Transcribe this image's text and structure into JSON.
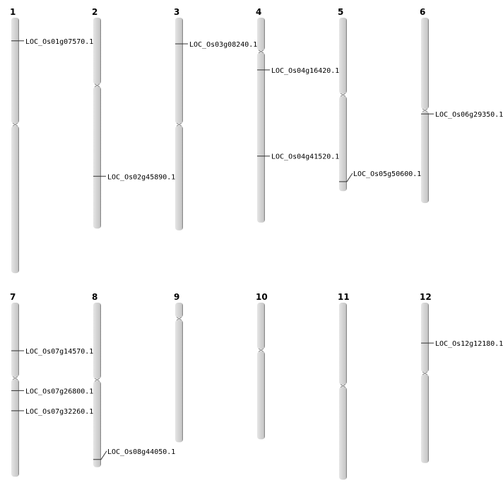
{
  "units": "Mb",
  "colors": {
    "chromosome": "#d4d4d4",
    "shadow": "#7a7a7a",
    "marker": "#333333"
  },
  "rows": [
    [
      {
        "name": "1",
        "length": 43.0,
        "centromere": 18.0,
        "genes": [
          {
            "id": "LOC_Os01g07570.1",
            "pos": 3.9
          }
        ]
      },
      {
        "name": "2",
        "length": 35.5,
        "centromere": 11.4,
        "genes": [
          {
            "id": "LOC_Os02g45890.1",
            "pos": 26.7
          }
        ]
      },
      {
        "name": "3",
        "length": 35.8,
        "centromere": 18.0,
        "genes": [
          {
            "id": "LOC_Os03g08240.1",
            "pos": 4.4
          }
        ]
      },
      {
        "name": "4",
        "length": 34.5,
        "centromere": 5.7,
        "genes": [
          {
            "id": "LOC_Os04g16420.1",
            "pos": 8.8
          },
          {
            "id": "LOC_Os04g41520.1",
            "pos": 23.3
          }
        ]
      },
      {
        "name": "5",
        "length": 29.2,
        "centromere": 13.0,
        "genes": [
          {
            "id": "LOC_Os05g50600.1",
            "pos": 27.6
          }
        ]
      },
      {
        "name": "6",
        "length": 31.2,
        "centromere": 15.6,
        "genes": [
          {
            "id": "LOC_Os06g29350.1",
            "pos": 16.2
          }
        ]
      }
    ],
    [
      {
        "name": "7",
        "length": 29.3,
        "centromere": 12.7,
        "genes": [
          {
            "id": "LOC_Os07g14570.1",
            "pos": 8.1
          },
          {
            "id": "LOC_Os07g26800.1",
            "pos": 14.8
          },
          {
            "id": "LOC_Os07g32260.1",
            "pos": 18.2
          }
        ]
      },
      {
        "name": "8",
        "length": 27.7,
        "centromere": 13.0,
        "genes": [
          {
            "id": "LOC_Os08g44050.1",
            "pos": 26.4
          }
        ]
      },
      {
        "name": "9",
        "length": 23.5,
        "centromere": 2.7,
        "genes": []
      },
      {
        "name": "10",
        "length": 23.0,
        "centromere": 8.0,
        "genes": []
      },
      {
        "name": "11",
        "length": 29.8,
        "centromere": 14.0,
        "genes": []
      },
      {
        "name": "12",
        "length": 27.0,
        "centromere": 11.9,
        "genes": [
          {
            "id": "LOC_Os12g12180.1",
            "pos": 6.8
          }
        ]
      }
    ]
  ]
}
